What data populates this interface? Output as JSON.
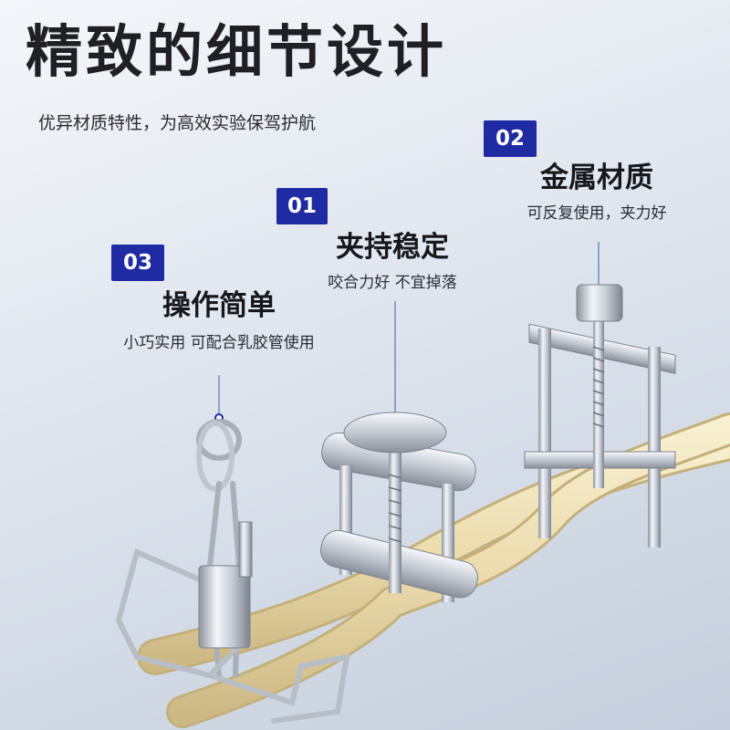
{
  "header": {
    "title": "精致的细节设计",
    "subtitle": "优异材质特性，为高效实验保驾护航"
  },
  "features": [
    {
      "badge": "01",
      "title": "夹持稳定",
      "desc": "咬合力好 不宜掉落"
    },
    {
      "badge": "02",
      "title": "金属材质",
      "desc": "可反复使用，夹力好"
    },
    {
      "badge": "03",
      "title": "操作简单",
      "desc": "小巧实用 可配合乳胶管使用"
    }
  ],
  "colors": {
    "badge": "#1e2ba3",
    "tube": "#efe2b6",
    "metal": "#c9ced6"
  }
}
